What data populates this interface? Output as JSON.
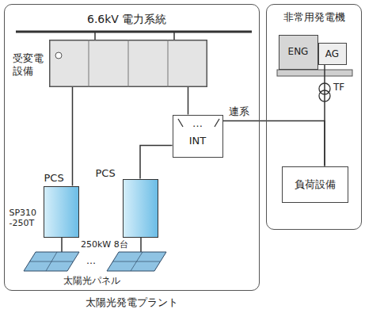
{
  "diagram": {
    "nodes": [
      {
        "text": [
          "太陽光発電プラント"
        ]
      },
      {
        "text": [
          "受変電設備"
        ],
        "in": 0
      },
      {
        "text": [
          "…",
          "INT"
        ],
        "in": 0
      },
      {
        "text": [
          "PCS",
          "SP310 -250T"
        ],
        "in": 0
      },
      {
        "text": [
          "PCS"
        ],
        "in": 0
      },
      {
        "text": [
          "非常用発電機"
        ]
      },
      {
        "text": [
          "ENG"
        ],
        "in": 5
      },
      {
        "text": [
          "AG"
        ],
        "in": 5
      },
      {
        "text": [
          "負荷設備"
        ],
        "in": 5
      }
    ],
    "edges": [
      {
        "from": 1,
        "to": 2,
        "arrow": "none"
      },
      {
        "from": 1,
        "to": 3,
        "arrow": "none"
      },
      {
        "from": 4,
        "to": 2,
        "arrow": "none"
      },
      {
        "from": 2,
        "to": 8,
        "arrow": "none",
        "label": "連系"
      },
      {
        "from": 7,
        "to": 8,
        "arrow": "none"
      }
    ],
    "labels": [
      "6.6kV 電力系統",
      "TF",
      "250kW 8台",
      "…",
      "太陽光パネル"
    ]
  }
}
